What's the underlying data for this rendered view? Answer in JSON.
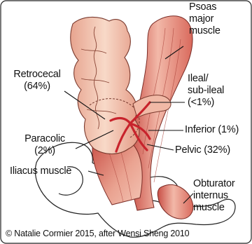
{
  "labels": {
    "psoas": [
      "Psoas",
      "major",
      "muscle"
    ],
    "retrocecal": [
      "Retrocecal",
      "(64%)"
    ],
    "ileal": [
      "Ileal/",
      "sub-ileal",
      "(<1%)"
    ],
    "inferior": "Inferior (1%)",
    "paracolic": [
      "Paracolic",
      "(2%)"
    ],
    "pelvic": "Pelvic (32%)",
    "iliacus": "Iliacus muscle",
    "obturator": [
      "Obturator",
      "internus",
      "muscle"
    ]
  },
  "credit": "© Natalie Cormier 2015, after Wensi Sheng 2010"
}
